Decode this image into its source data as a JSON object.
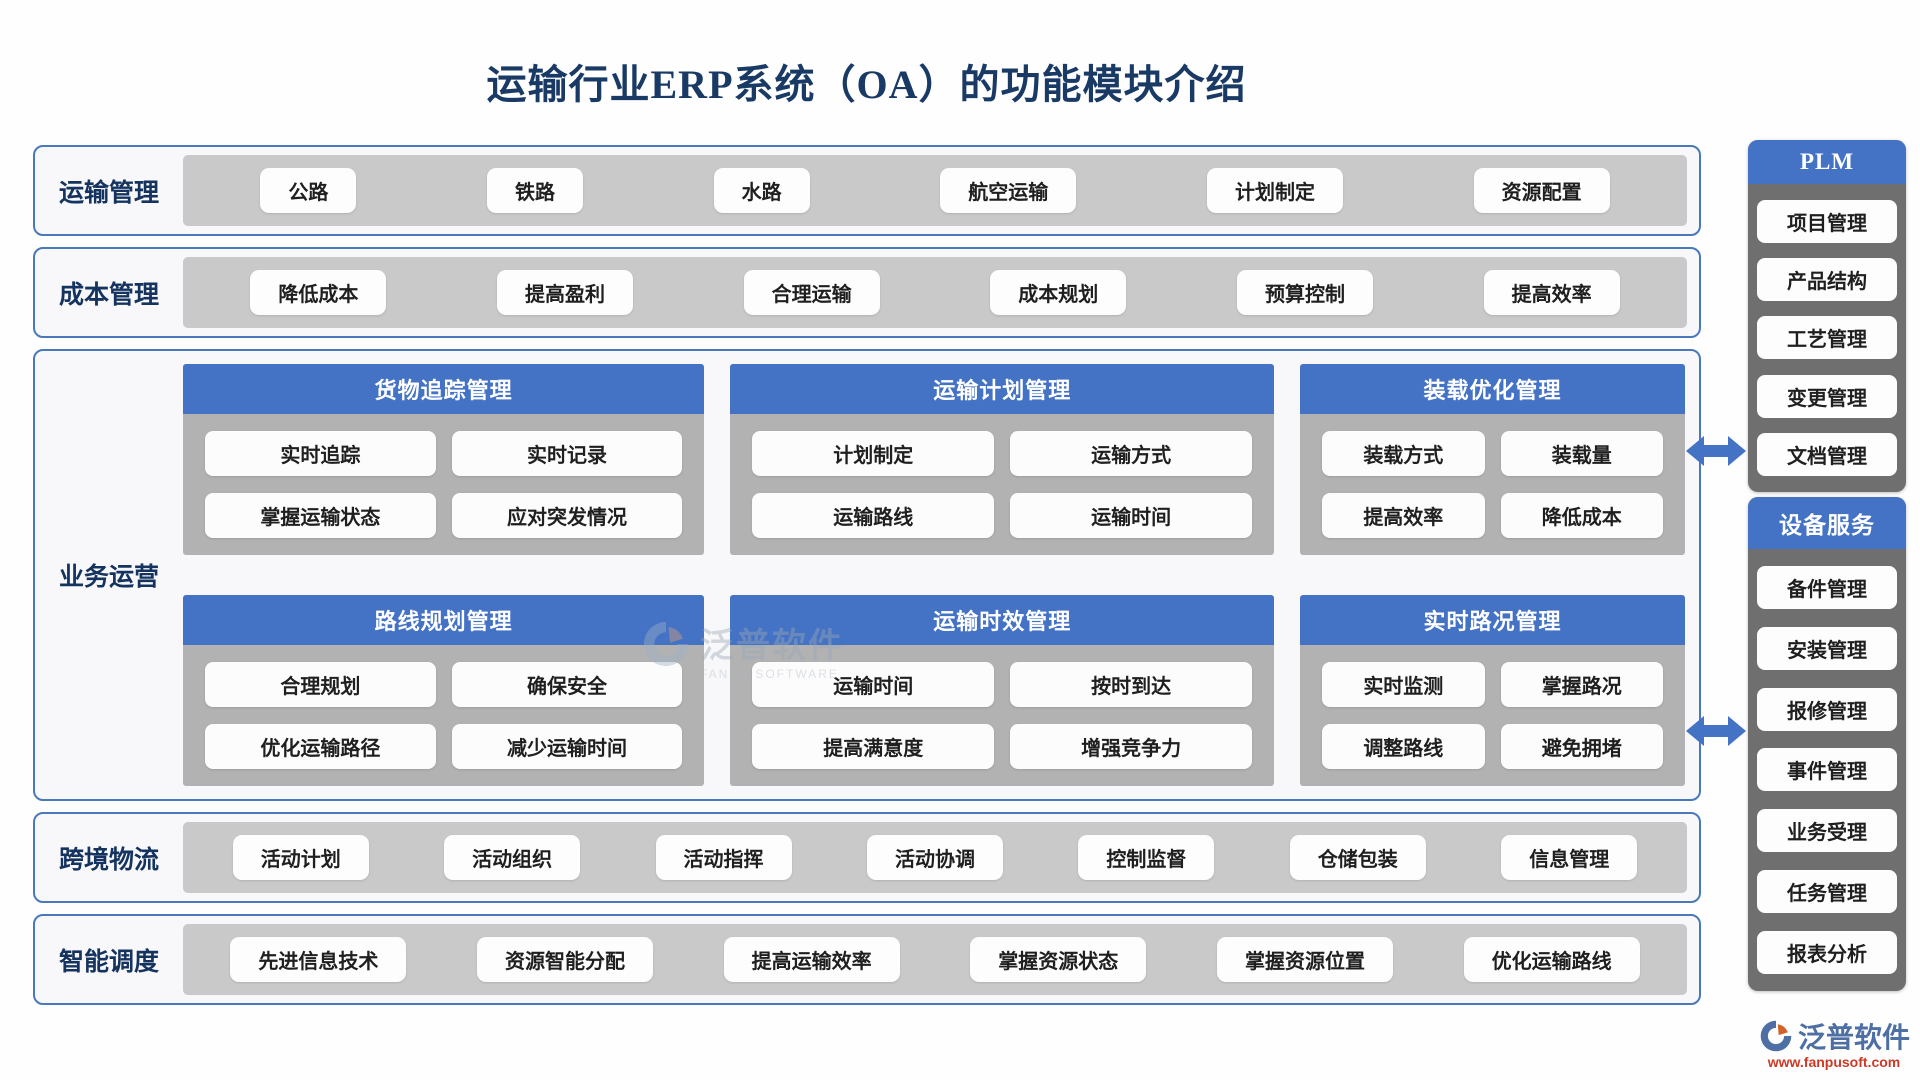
{
  "title": "运输行业ERP系统（OA）的功能模块介绍",
  "rows": [
    {
      "label": "运输管理",
      "items": [
        "公路",
        "铁路",
        "水路",
        "航空运输",
        "计划制定",
        "资源配置"
      ]
    },
    {
      "label": "成本管理",
      "items": [
        "降低成本",
        "提高盈利",
        "合理运输",
        "成本规划",
        "预算控制",
        "提高效率"
      ]
    },
    {
      "label": "跨境物流",
      "items": [
        "活动计划",
        "活动组织",
        "活动指挥",
        "活动协调",
        "控制监督",
        "仓储包装",
        "信息管理"
      ]
    },
    {
      "label": "智能调度",
      "items": [
        "先进信息技术",
        "资源智能分配",
        "提高运输效率",
        "掌握资源状态",
        "掌握资源位置",
        "优化运输路线"
      ]
    }
  ],
  "business": {
    "label": "业务运营",
    "panels": [
      {
        "title": "货物追踪管理",
        "items": [
          "实时追踪",
          "实时记录",
          "掌握运输状态",
          "应对突发情况"
        ]
      },
      {
        "title": "运输计划管理",
        "items": [
          "计划制定",
          "运输方式",
          "运输路线",
          "运输时间"
        ]
      },
      {
        "title": "装载优化管理",
        "items": [
          "装载方式",
          "装载量",
          "提高效率",
          "降低成本"
        ]
      },
      {
        "title": "路线规划管理",
        "items": [
          "合理规划",
          "确保安全",
          "优化运输路径",
          "减少运输时间"
        ]
      },
      {
        "title": "运输时效管理",
        "items": [
          "运输时间",
          "按时到达",
          "提高满意度",
          "增强竞争力"
        ]
      },
      {
        "title": "实时路况管理",
        "items": [
          "实时监测",
          "掌握路况",
          "调整路线",
          "避免拥堵"
        ]
      }
    ]
  },
  "sidebar": [
    {
      "title": "PLM",
      "items": [
        "项目管理",
        "产品结构",
        "工艺管理",
        "变更管理",
        "文档管理"
      ]
    },
    {
      "title": "设备服务",
      "items": [
        "备件管理",
        "安装管理",
        "报修管理",
        "事件管理",
        "业务受理",
        "任务管理",
        "报表分析"
      ]
    }
  ],
  "watermark": {
    "name": "泛普软件",
    "sub": "FANPU SOFTWARE"
  },
  "footer_logo": {
    "name": "泛普软件",
    "url": "www.fanpusoft.com"
  },
  "colors": {
    "accent_blue": "#4472c4",
    "border_blue": "#4a79bb",
    "navy": "#15335f",
    "band_gray": "#c9c9c9",
    "panel_gray": "#b2b2b2",
    "sidebar_gray": "#6f6f6f",
    "url_orange": "#cc3a27"
  }
}
